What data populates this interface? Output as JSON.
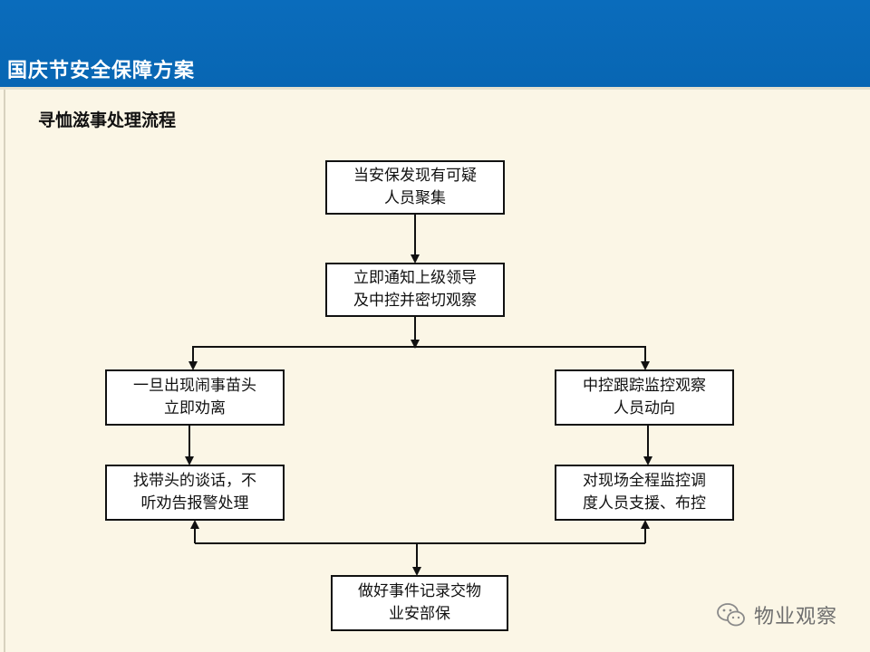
{
  "header": {
    "title": "国庆节安全保障方案"
  },
  "section": {
    "title": "寻恤滋事处理流程"
  },
  "flow": {
    "step1": {
      "line1": "当安保发现有可疑",
      "line2": "人员聚集"
    },
    "step2": {
      "line1": "立即通知上级领导",
      "line2": "及中控并密切观察"
    },
    "left1": {
      "line1": "一旦出现闹事苗头",
      "line2": "立即劝离"
    },
    "right1": {
      "line1": "中控跟踪监控观察",
      "line2": "人员动向"
    },
    "left2": {
      "line1": "找带头的谈话，不",
      "line2": "听劝告报警处理"
    },
    "right2": {
      "line1": "对现场全程监控调",
      "line2": "度人员支援、布控"
    },
    "final": {
      "line1": "做好事件记录交物",
      "line2": "业安部保"
    }
  },
  "watermark": {
    "text": "物业观察",
    "icon": "wechat-icon"
  },
  "colors": {
    "header": "#0a6cbc",
    "background": "#fbf6e6",
    "line": "#111111"
  }
}
